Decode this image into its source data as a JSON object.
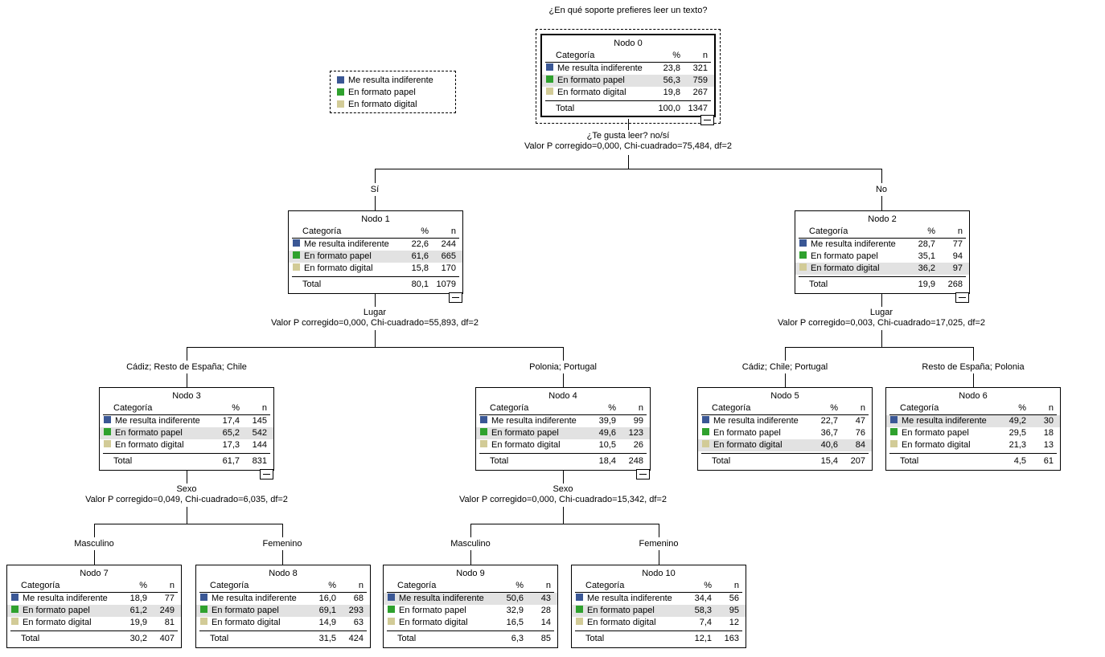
{
  "title": "¿En qué soporte prefieres leer un texto?",
  "colors": {
    "indiferente": "#3a5795",
    "papel": "#2fa12e",
    "digital": "#d2cb97",
    "highlight": "#e2e2e2"
  },
  "legend": {
    "items": [
      {
        "label": "Me resulta indiferente",
        "color": "#3a5795"
      },
      {
        "label": "En formato papel",
        "color": "#2fa12e"
      },
      {
        "label": "En formato digital",
        "color": "#d2cb97"
      }
    ]
  },
  "table_headers": {
    "category": "Categoría",
    "pct": "%",
    "n": "n",
    "total": "Total"
  },
  "splits": [
    {
      "question": "¿Te gusta leer? no/sí",
      "stats": "Valor P corregido=0,000, Chi-cuadrado=75,484, df=2"
    },
    {
      "question": "Lugar",
      "stats": "Valor P corregido=0,000, Chi-cuadrado=55,893, df=2"
    },
    {
      "question": "Lugar",
      "stats": "Valor P corregido=0,003, Chi-cuadrado=17,025, df=2"
    },
    {
      "question": "Sexo",
      "stats": "Valor P corregido=0,049, Chi-cuadrado=6,035, df=2"
    },
    {
      "question": "Sexo",
      "stats": "Valor P corregido=0,000, Chi-cuadrado=15,342, df=2"
    }
  ],
  "branch_labels": [
    "Sí",
    "No",
    "Cádiz; Resto de España; Chile",
    "Polonia; Portugal",
    "Cádiz; Chile; Portugal",
    "Resto de España; Polonia",
    "Masculino",
    "Femenino",
    "Masculino",
    "Femenino"
  ],
  "nodes": [
    {
      "name": "Nodo 0",
      "selected": true,
      "collapsible": true,
      "rows": [
        {
          "label": "Me resulta indiferente",
          "color": "#3a5795",
          "pct": "23,8",
          "n": "321",
          "highlight": false
        },
        {
          "label": "En formato papel",
          "color": "#2fa12e",
          "pct": "56,3",
          "n": "759",
          "highlight": true
        },
        {
          "label": "En formato digital",
          "color": "#d2cb97",
          "pct": "19,8",
          "n": "267",
          "highlight": false
        }
      ],
      "total_pct": "100,0",
      "total_n": "1347"
    },
    {
      "name": "Nodo 1",
      "selected": false,
      "collapsible": true,
      "rows": [
        {
          "label": "Me resulta indiferente",
          "color": "#3a5795",
          "pct": "22,6",
          "n": "244",
          "highlight": false
        },
        {
          "label": "En formato papel",
          "color": "#2fa12e",
          "pct": "61,6",
          "n": "665",
          "highlight": true
        },
        {
          "label": "En formato digital",
          "color": "#d2cb97",
          "pct": "15,8",
          "n": "170",
          "highlight": false
        }
      ],
      "total_pct": "80,1",
      "total_n": "1079"
    },
    {
      "name": "Nodo 2",
      "selected": false,
      "collapsible": true,
      "rows": [
        {
          "label": "Me resulta indiferente",
          "color": "#3a5795",
          "pct": "28,7",
          "n": "77",
          "highlight": false
        },
        {
          "label": "En formato papel",
          "color": "#2fa12e",
          "pct": "35,1",
          "n": "94",
          "highlight": false
        },
        {
          "label": "En formato digital",
          "color": "#d2cb97",
          "pct": "36,2",
          "n": "97",
          "highlight": true
        }
      ],
      "total_pct": "19,9",
      "total_n": "268"
    },
    {
      "name": "Nodo 3",
      "selected": false,
      "collapsible": true,
      "rows": [
        {
          "label": "Me resulta indiferente",
          "color": "#3a5795",
          "pct": "17,4",
          "n": "145",
          "highlight": false
        },
        {
          "label": "En formato papel",
          "color": "#2fa12e",
          "pct": "65,2",
          "n": "542",
          "highlight": true
        },
        {
          "label": "En formato digital",
          "color": "#d2cb97",
          "pct": "17,3",
          "n": "144",
          "highlight": false
        }
      ],
      "total_pct": "61,7",
      "total_n": "831"
    },
    {
      "name": "Nodo 4",
      "selected": false,
      "collapsible": true,
      "rows": [
        {
          "label": "Me resulta indiferente",
          "color": "#3a5795",
          "pct": "39,9",
          "n": "99",
          "highlight": false
        },
        {
          "label": "En formato papel",
          "color": "#2fa12e",
          "pct": "49,6",
          "n": "123",
          "highlight": true
        },
        {
          "label": "En formato digital",
          "color": "#d2cb97",
          "pct": "10,5",
          "n": "26",
          "highlight": false
        }
      ],
      "total_pct": "18,4",
      "total_n": "248"
    },
    {
      "name": "Nodo 5",
      "selected": false,
      "collapsible": false,
      "rows": [
        {
          "label": "Me resulta indiferente",
          "color": "#3a5795",
          "pct": "22,7",
          "n": "47",
          "highlight": false
        },
        {
          "label": "En formato papel",
          "color": "#2fa12e",
          "pct": "36,7",
          "n": "76",
          "highlight": false
        },
        {
          "label": "En formato digital",
          "color": "#d2cb97",
          "pct": "40,6",
          "n": "84",
          "highlight": true
        }
      ],
      "total_pct": "15,4",
      "total_n": "207"
    },
    {
      "name": "Nodo 6",
      "selected": false,
      "collapsible": false,
      "rows": [
        {
          "label": "Me resulta indiferente",
          "color": "#3a5795",
          "pct": "49,2",
          "n": "30",
          "highlight": true
        },
        {
          "label": "En formato papel",
          "color": "#2fa12e",
          "pct": "29,5",
          "n": "18",
          "highlight": false
        },
        {
          "label": "En formato digital",
          "color": "#d2cb97",
          "pct": "21,3",
          "n": "13",
          "highlight": false
        }
      ],
      "total_pct": "4,5",
      "total_n": "61"
    },
    {
      "name": "Nodo 7",
      "selected": false,
      "collapsible": false,
      "rows": [
        {
          "label": "Me resulta indiferente",
          "color": "#3a5795",
          "pct": "18,9",
          "n": "77",
          "highlight": false
        },
        {
          "label": "En formato papel",
          "color": "#2fa12e",
          "pct": "61,2",
          "n": "249",
          "highlight": true
        },
        {
          "label": "En formato digital",
          "color": "#d2cb97",
          "pct": "19,9",
          "n": "81",
          "highlight": false
        }
      ],
      "total_pct": "30,2",
      "total_n": "407"
    },
    {
      "name": "Nodo 8",
      "selected": false,
      "collapsible": false,
      "rows": [
        {
          "label": "Me resulta indiferente",
          "color": "#3a5795",
          "pct": "16,0",
          "n": "68",
          "highlight": false
        },
        {
          "label": "En formato papel",
          "color": "#2fa12e",
          "pct": "69,1",
          "n": "293",
          "highlight": true
        },
        {
          "label": "En formato digital",
          "color": "#d2cb97",
          "pct": "14,9",
          "n": "63",
          "highlight": false
        }
      ],
      "total_pct": "31,5",
      "total_n": "424"
    },
    {
      "name": "Nodo 9",
      "selected": false,
      "collapsible": false,
      "rows": [
        {
          "label": "Me resulta indiferente",
          "color": "#3a5795",
          "pct": "50,6",
          "n": "43",
          "highlight": true
        },
        {
          "label": "En formato papel",
          "color": "#2fa12e",
          "pct": "32,9",
          "n": "28",
          "highlight": false
        },
        {
          "label": "En formato digital",
          "color": "#d2cb97",
          "pct": "16,5",
          "n": "14",
          "highlight": false
        }
      ],
      "total_pct": "6,3",
      "total_n": "85"
    },
    {
      "name": "Nodo 10",
      "selected": false,
      "collapsible": false,
      "rows": [
        {
          "label": "Me resulta indiferente",
          "color": "#3a5795",
          "pct": "34,4",
          "n": "56",
          "highlight": false
        },
        {
          "label": "En formato papel",
          "color": "#2fa12e",
          "pct": "58,3",
          "n": "95",
          "highlight": true
        },
        {
          "label": "En formato digital",
          "color": "#d2cb97",
          "pct": "7,4",
          "n": "12",
          "highlight": false
        }
      ],
      "total_pct": "12,1",
      "total_n": "163"
    }
  ]
}
